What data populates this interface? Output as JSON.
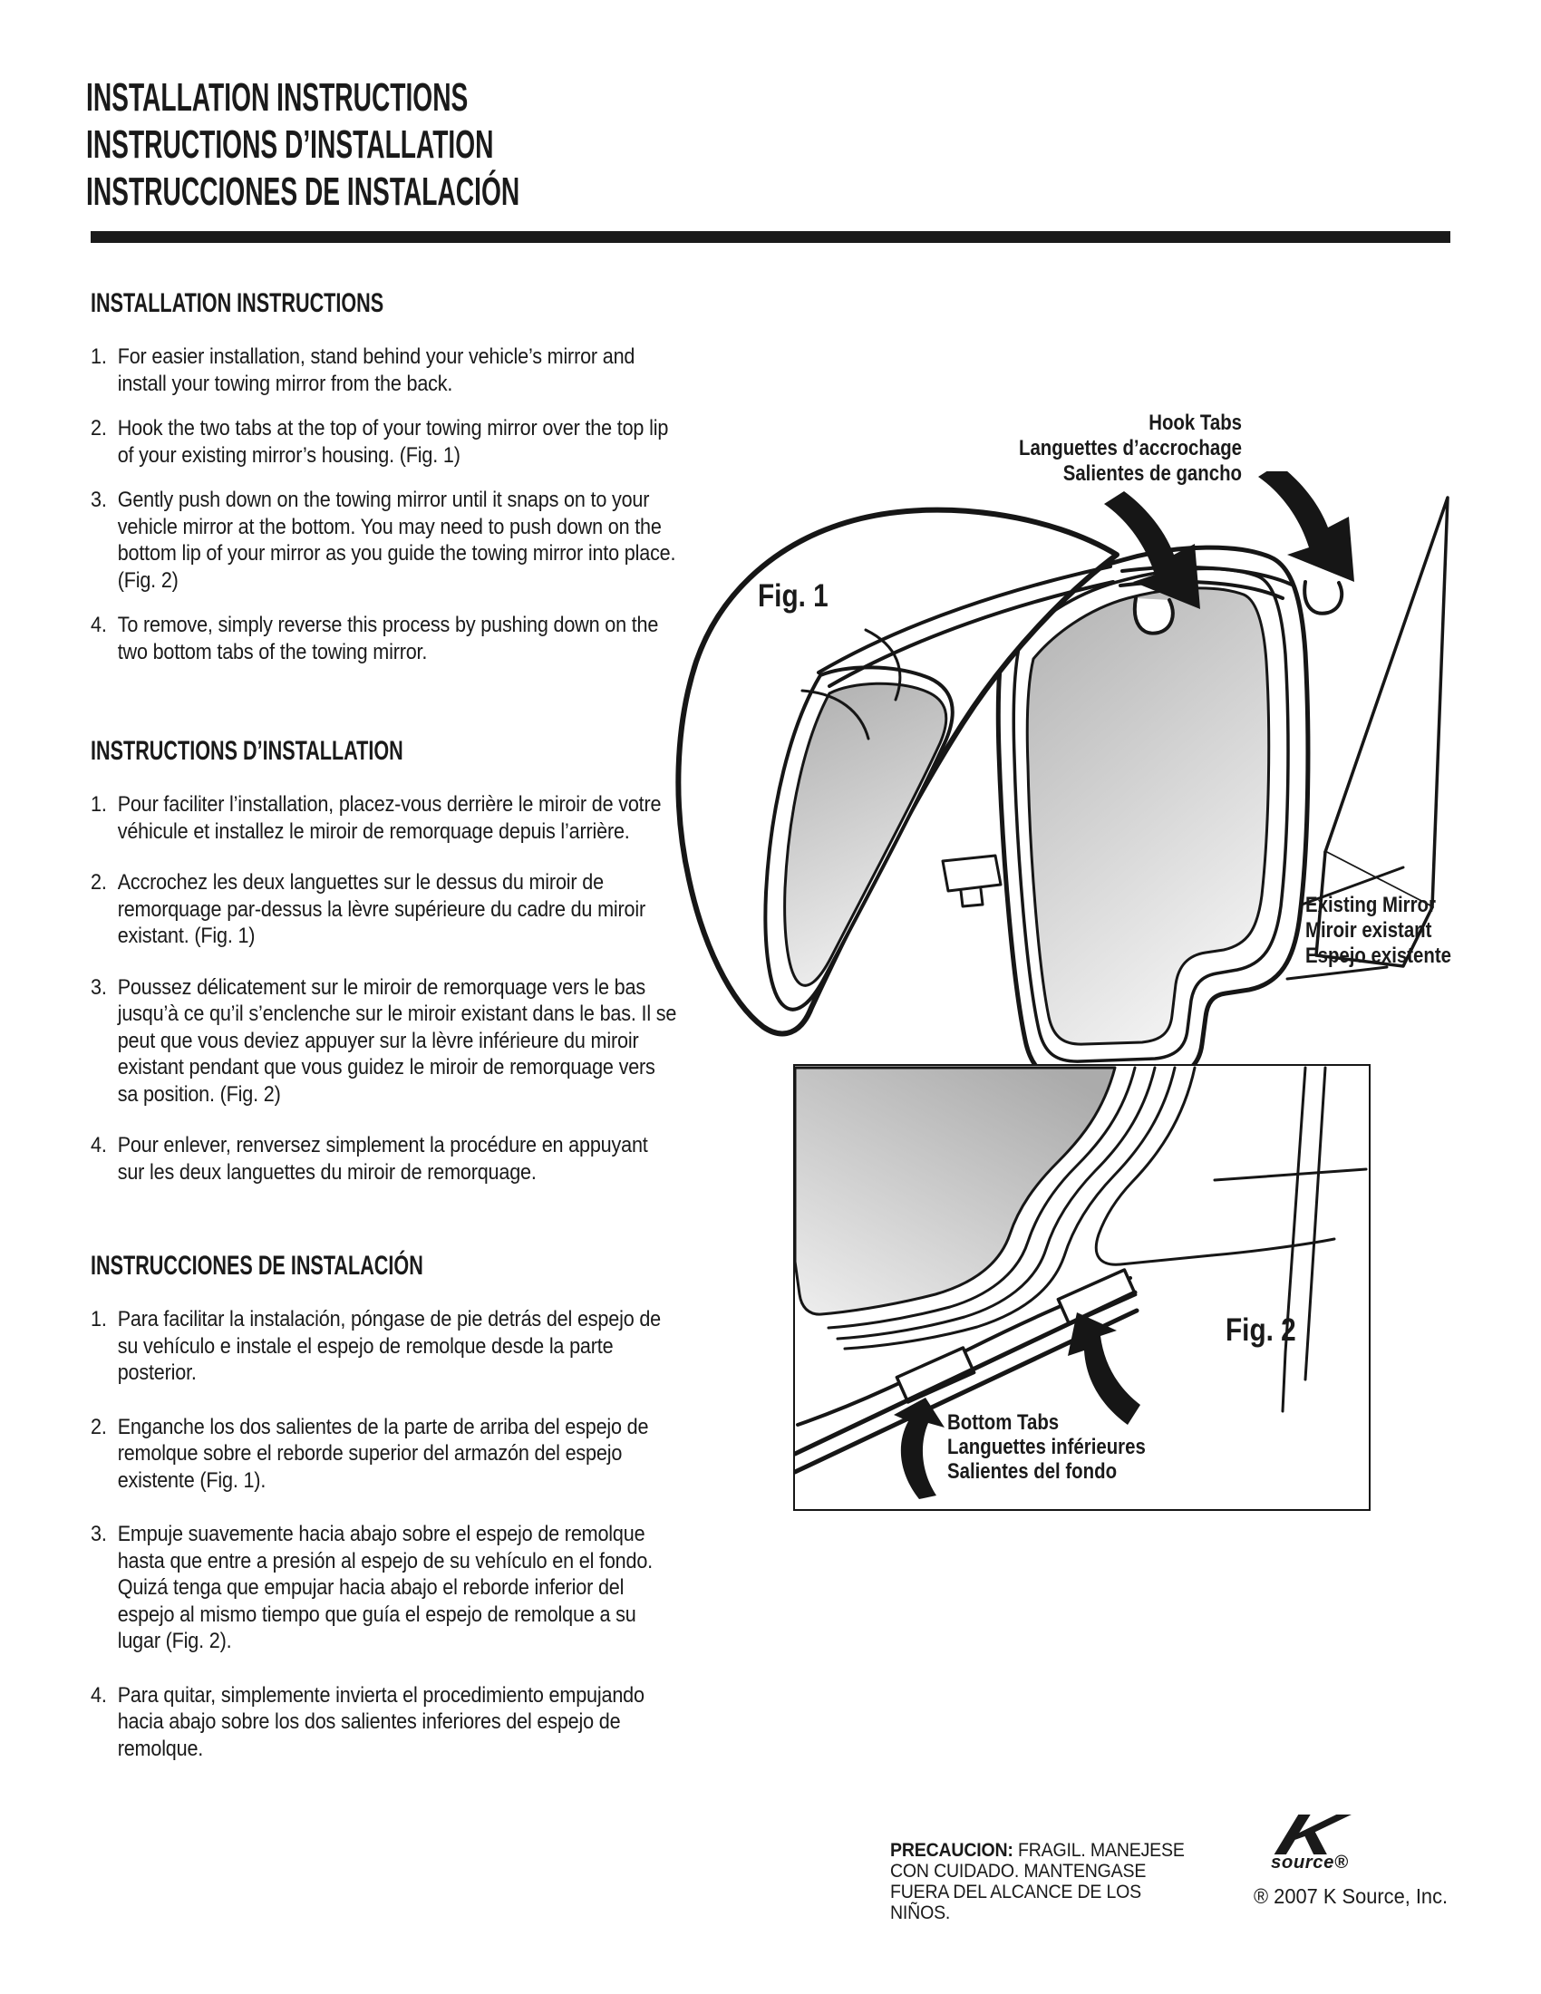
{
  "page": {
    "title_lines": [
      "INSTALLATION INSTRUCTIONS",
      "INSTRUCTIONS D’INSTALLATION",
      "INSTRUCCIONES DE INSTALACIÓN"
    ]
  },
  "sections": {
    "en": {
      "heading": "INSTALLATION INSTRUCTIONS",
      "items": [
        {
          "num": "1.",
          "text": "For easier installation, stand behind your vehicle’s mirror and install your towing mirror from the back."
        },
        {
          "num": "2.",
          "text": "Hook the two tabs at the top of your towing mirror over the top lip of your existing mirror’s housing. (Fig. 1)"
        },
        {
          "num": "3.",
          "text": "Gently push down on the towing mirror until it snaps on to your vehicle mirror at the bottom. You may need to push down on the bottom lip of your mirror as you guide the towing mirror into place. (Fig. 2)"
        },
        {
          "num": "4.",
          "text": "To remove, simply reverse this process by pushing down on the two bottom tabs of the towing mirror."
        }
      ]
    },
    "fr": {
      "heading": "INSTRUCTIONS D’INSTALLATION",
      "items": [
        {
          "num": "1.",
          "text": "Pour faciliter l’installation, placez-vous derrière le miroir de votre véhicule et installez le miroir de remorquage depuis l’arrière."
        },
        {
          "num": "2.",
          "text": "Accrochez les deux languettes sur le dessus du miroir de remorquage par-dessus la lèvre supérieure du cadre du miroir existant. (Fig. 1)"
        },
        {
          "num": "3.",
          "text": "Poussez délicatement sur le miroir de remorquage vers le bas jusqu’à ce qu’il s’enclenche sur le miroir existant dans le bas. Il se peut que vous deviez appuyer sur la lèvre inférieure du miroir existant pendant que vous guidez le miroir de remorquage vers sa position. (Fig. 2)"
        },
        {
          "num": "4.",
          "text": "Pour enlever, renversez simplement la procédure en appuyant sur les deux languettes du miroir de remorquage."
        }
      ]
    },
    "es": {
      "heading": "INSTRUCCIONES DE INSTALACIÓN",
      "items": [
        {
          "num": "1.",
          "text": "Para facilitar la instalación, póngase de pie detrás del espejo de su vehículo e instale el espejo de remolque desde la parte posterior."
        },
        {
          "num": "2.",
          "text": "Enganche los dos salientes de la parte de arriba del espejo de remolque sobre el reborde superior del armazón del espejo existente (Fig. 1)."
        },
        {
          "num": "3.",
          "text": "Empuje suavemente hacia abajo sobre el espejo de remolque hasta que entre a presión al espejo de su vehículo en el fondo. Quizá tenga que empujar hacia abajo el reborde inferior del espejo al mismo tiempo que guía el espejo de remolque a su lugar (Fig. 2)."
        },
        {
          "num": "4.",
          "text": "Para quitar, simplemente invierta el procedimiento empujando hacia abajo sobre los dos salientes inferiores del espejo de remolque."
        }
      ]
    }
  },
  "figures": {
    "fig1": {
      "label": "Fig. 1",
      "hook_tabs": [
        "Hook Tabs",
        "Languettes d’accrochage",
        "Salientes de gancho"
      ],
      "existing_mirror": [
        "Existing Mirror",
        "Miroir existant",
        "Espejo existente"
      ]
    },
    "fig2": {
      "label": "Fig. 2",
      "bottom_tabs": [
        "Bottom Tabs",
        "Languettes inférieures",
        "Salientes del fondo"
      ]
    }
  },
  "footer": {
    "caution_label": "PRECAUCION:",
    "caution_text": " FRAGIL. MANEJESE CON CUIDADO. MANTENGASE FUERA DEL ALCANCE DE LOS NIÑOS.",
    "logo_k": "K",
    "logo_source": "source",
    "logo_reg": "®",
    "copyright": "® 2007 K Source, Inc."
  },
  "colors": {
    "ink": "#161616",
    "glass_dark": "#b0b0b0",
    "glass_light": "#efefef"
  }
}
